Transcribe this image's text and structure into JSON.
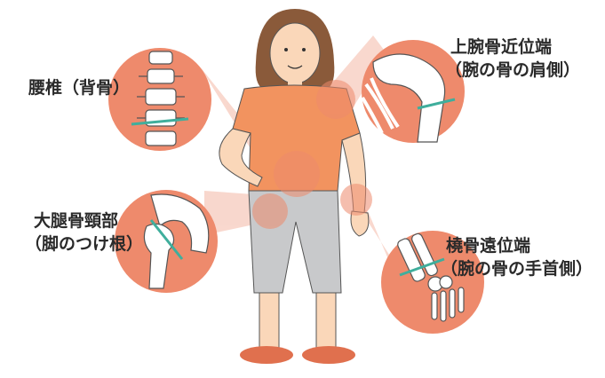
{
  "callouts": [
    {
      "id": "lumbar",
      "lines": [
        "腰椎（背骨）"
      ]
    },
    {
      "id": "proximal-humerus",
      "lines": [
        "上腕骨近位端",
        "（腕の骨の肩側）"
      ]
    },
    {
      "id": "femoral-neck",
      "lines": [
        "大腿骨頸部",
        "（脚のつけ根）"
      ]
    },
    {
      "id": "distal-radius",
      "lines": [
        "橈骨遠位端",
        "（腕の骨の手首側）"
      ]
    }
  ],
  "colors": {
    "bubble": "#ee8a6c",
    "bubble_light": "#f6c3b1",
    "beam": "#f4b8a6",
    "shirt": "#f2935f",
    "pants": "#c8c9cb",
    "skin": "#fad7b9",
    "hair": "#8a5a3a",
    "bone": "#ffffff",
    "fracture_line": "#3fae9c",
    "shoe": "#e0704e"
  }
}
